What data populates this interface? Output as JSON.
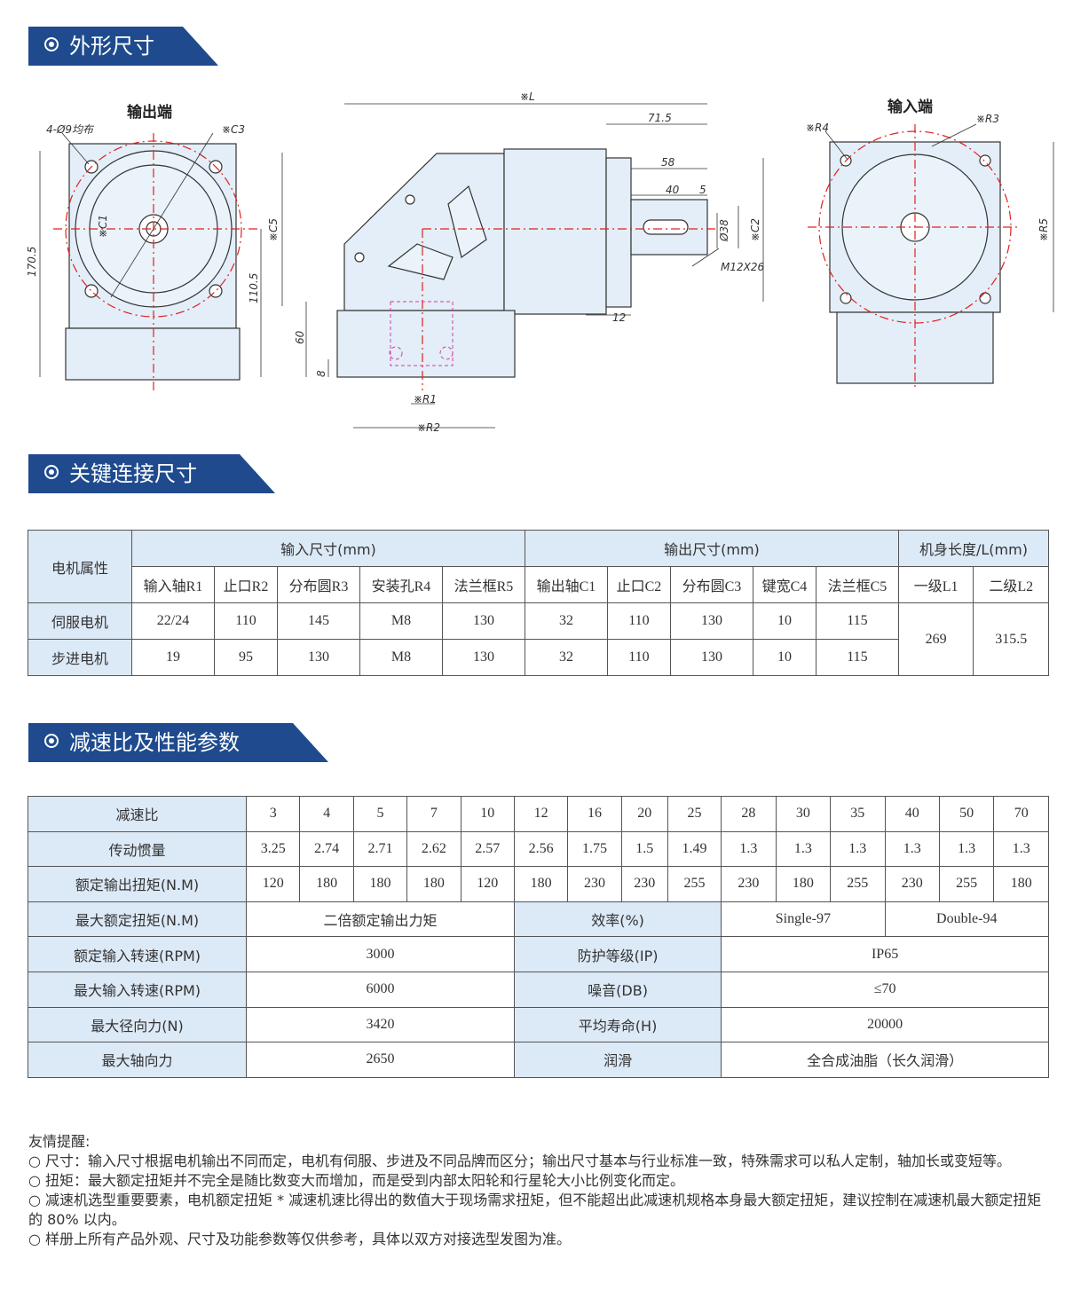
{
  "sections": {
    "dimensions": "外形尺寸",
    "connections": "关键连接尺寸",
    "performance": "减速比及性能参数"
  },
  "drawing": {
    "output_end": "输出端",
    "input_end": "输入端",
    "labels": {
      "holes": "4-Ø9均布",
      "c3": "※C3",
      "c1": "※C1",
      "c5": "※C5",
      "h170": "170.5",
      "h110": "110.5",
      "l": "※L",
      "d71": "71.5",
      "d58": "58",
      "d40": "40",
      "d5": "5",
      "d38": "Ø38",
      "c2": "※C2",
      "m12": "M12X26",
      "d12": "12",
      "d60": "60",
      "d8": "8",
      "r1": "※R1",
      "r2": "※R2",
      "r4": "※R4",
      "r3": "※R3",
      "r5": "※R5"
    }
  },
  "table1": {
    "motor_attr": "电机属性",
    "input_group": "输入尺寸(mm)",
    "output_group": "输出尺寸(mm)",
    "length_group": "机身长度/L(mm)",
    "columns": [
      "输入轴R1",
      "止口R2",
      "分布圆R3",
      "安装孔R4",
      "法兰框R5",
      "输出轴C1",
      "止口C2",
      "分布圆C3",
      "键宽C4",
      "法兰框C5",
      "一级L1",
      "二级L2"
    ],
    "rows": [
      {
        "name": "伺服电机",
        "values": [
          "22/24",
          "110",
          "145",
          "M8",
          "130",
          "32",
          "110",
          "130",
          "10",
          "115"
        ]
      },
      {
        "name": "步进电机",
        "values": [
          "19",
          "95",
          "130",
          "M8",
          "130",
          "32",
          "110",
          "130",
          "10",
          "115"
        ]
      }
    ],
    "l1": "269",
    "l2": "315.5"
  },
  "table2": {
    "ratio_label": "减速比",
    "ratios": [
      "3",
      "4",
      "5",
      "7",
      "10",
      "12",
      "16",
      "20",
      "25",
      "28",
      "30",
      "35",
      "40",
      "50",
      "70"
    ],
    "inertia_label": "传动惯量",
    "inertia": [
      "3.25",
      "2.74",
      "2.71",
      "2.62",
      "2.57",
      "2.56",
      "1.75",
      "1.5",
      "1.49",
      "1.3",
      "1.3",
      "1.3",
      "1.3",
      "1.3",
      "1.3"
    ],
    "torque_label": "额定输出扭矩(N.M)",
    "torque": [
      "120",
      "180",
      "180",
      "180",
      "120",
      "180",
      "230",
      "230",
      "255",
      "230",
      "180",
      "255",
      "230",
      "255",
      "180"
    ],
    "max_torque_label": "最大额定扭矩(N.M)",
    "max_torque_value": "二倍额定输出力矩",
    "efficiency_label": "效率(%)",
    "efficiency_single": "Single-97",
    "efficiency_double": "Double-94",
    "in_speed_label": "额定输入转速(RPM)",
    "in_speed_value": "3000",
    "protection_label": "防护等级(IP)",
    "protection_value": "IP65",
    "max_speed_label": "最大输入转速(RPM)",
    "max_speed_value": "6000",
    "noise_label": "噪音(DB)",
    "noise_value": "≤70",
    "radial_label": "最大径向力(N)",
    "radial_value": "3420",
    "life_label": "平均寿命(H)",
    "life_value": "20000",
    "axial_label": "最大轴向力",
    "axial_value": "2650",
    "lube_label": "润滑",
    "lube_value": "全合成油脂（长久润滑）"
  },
  "notes": {
    "title": "友情提醒:",
    "items": [
      "○ 尺寸：输入尺寸根据电机输出不同而定，电机有伺服、步进及不同品牌而区分；输出尺寸基本与行业标准一致，特殊需求可以私人定制，轴加长或变短等。",
      "○ 扭矩：最大额定扭矩并不完全是随比数变大而增加，而是受到内部太阳轮和行星轮大小比例变化而定。",
      "○ 减速机选型重要要素，电机额定扭矩 * 减速机速比得出的数值大于现场需求扭矩，但不能超出此减速机规格本身最大额定扭矩，建议控制在减速机最大额定扭矩的 80% 以内。",
      "○ 样册上所有产品外观、尺寸及功能参数等仅供参考，具体以双方对接选型发图为准。"
    ]
  },
  "colors": {
    "accent": "#1f4b8e",
    "header_bg": "#dce9f6",
    "body_fill": "#e3eef8",
    "center_line": "#e02020"
  }
}
